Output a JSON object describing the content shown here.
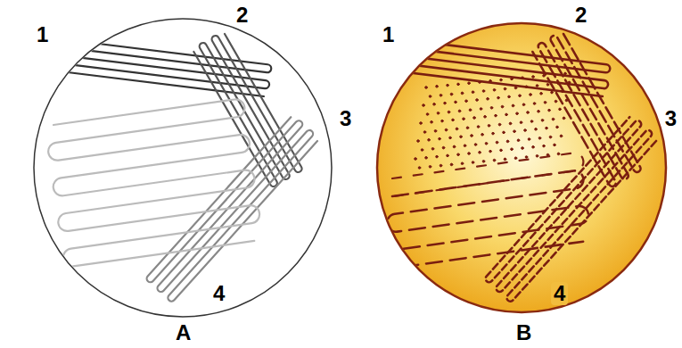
{
  "diagram": {
    "labels": [
      "1",
      "2",
      "3",
      "4",
      "A",
      "1",
      "2",
      "3",
      "4",
      "B"
    ]
  }
}
